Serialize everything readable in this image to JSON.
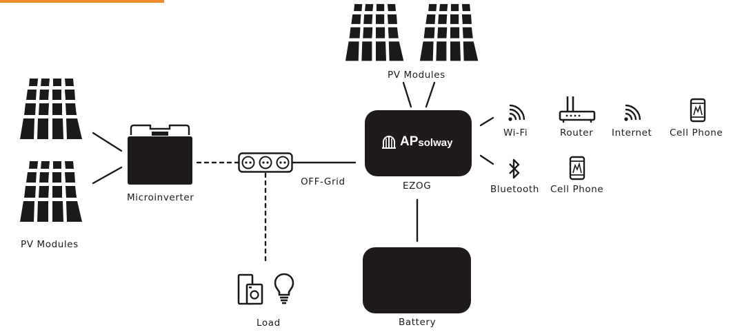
{
  "colors": {
    "accent": "#f08a2a",
    "device": "#1f1b1a",
    "line": "#1a1a1a"
  },
  "labels": {
    "pv_left": "PV Modules",
    "pv_top": "PV Modules",
    "microinverter": "Microinverter",
    "off_grid": "OFF-Grid",
    "ezog": "EZOG",
    "battery": "Battery",
    "load": "Load",
    "wifi": "Wi-Fi",
    "router": "Router",
    "internet": "Internet",
    "cell_phone_wifi": "Cell Phone",
    "bluetooth": "Bluetooth",
    "cell_phone_bt": "Cell Phone"
  },
  "brand": {
    "name_bold": "AP",
    "name_rest": "solway"
  },
  "icons": [
    "pv-panel-icon",
    "microinverter-icon",
    "power-strip-icon",
    "appliance-icon",
    "lightbulb-icon",
    "wifi-icon",
    "router-icon",
    "bluetooth-icon",
    "cell-phone-icon"
  ]
}
